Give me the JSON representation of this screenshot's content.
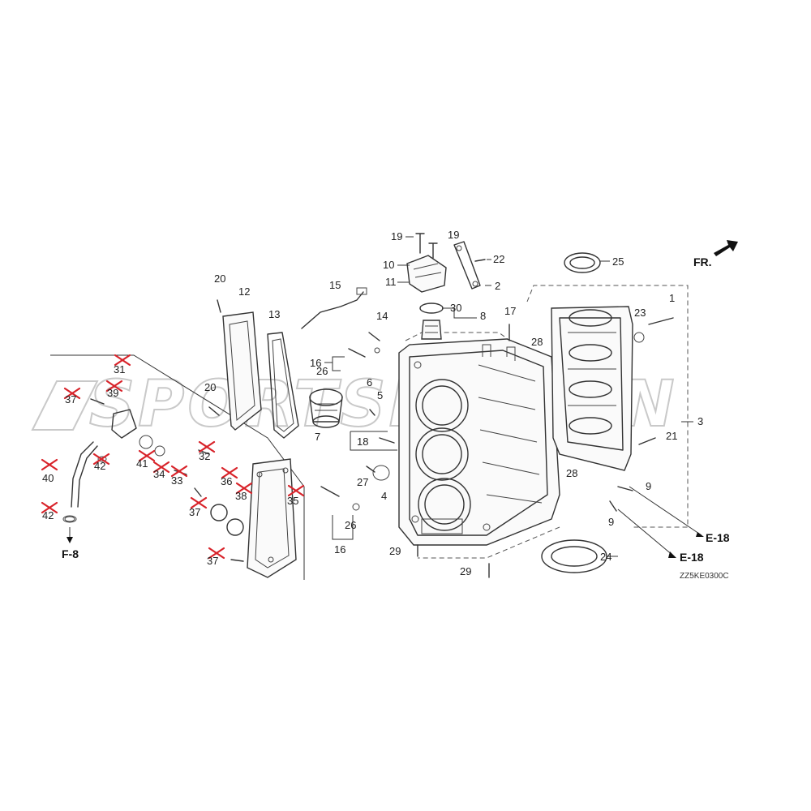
{
  "watermark": "SPORTSNATION",
  "direction_label": "FR.",
  "drawing_code": "ZZ5KE0300C",
  "refs": {
    "f8": "F-8",
    "e18a": "E-18",
    "e18b": "E-18"
  },
  "callouts": {
    "c1": "1",
    "c2": "2",
    "c3": "3",
    "c4": "4",
    "c5": "5",
    "c6": "6",
    "c7": "7",
    "c8": "8",
    "c9a": "9",
    "c9b": "9",
    "c10": "10",
    "c11": "11",
    "c12": "12",
    "c13": "13",
    "c14": "14",
    "c15": "15",
    "c16a": "16",
    "c16b": "16",
    "c17": "17",
    "c18": "18",
    "c19a": "19",
    "c19b": "19",
    "c20a": "20",
    "c20b": "20",
    "c21": "21",
    "c22": "22",
    "c23": "23",
    "c24": "24",
    "c25": "25",
    "c26a": "26",
    "c26b": "26",
    "c27": "27",
    "c28a": "28",
    "c28b": "28",
    "c29a": "29",
    "c29b": "29",
    "c30": "30",
    "c31": "31",
    "c32": "32",
    "c33": "33",
    "c34": "34",
    "c35": "35",
    "c36": "36",
    "c37a": "37",
    "c37b": "37",
    "c37c": "37",
    "c38": "38",
    "c39": "39",
    "c40": "40",
    "c41": "41",
    "c42a": "42",
    "c42b": "42"
  },
  "colors": {
    "line": "#333333",
    "discontinued_mark": "#d8232a",
    "watermark": "#c9c9c9"
  }
}
